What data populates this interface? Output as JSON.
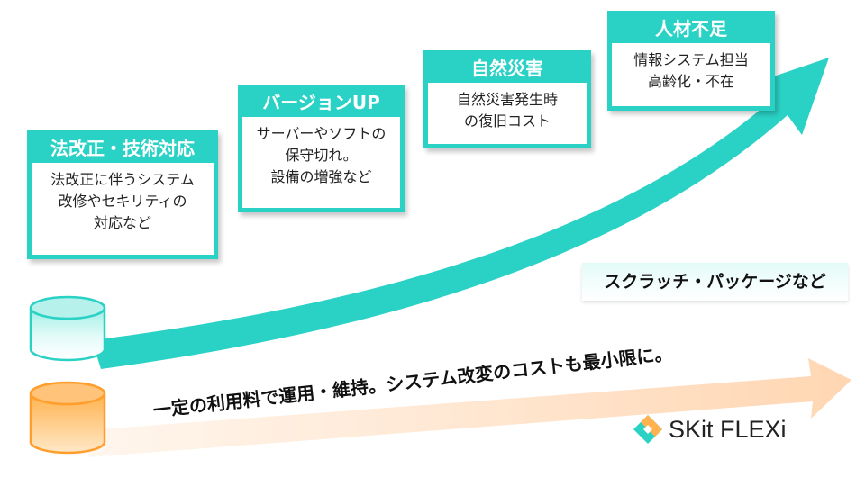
{
  "cards": [
    {
      "id": "legal",
      "title": "法改正・技術対応",
      "body": "法改正に伴うシステム\n改修やセキリティの\n対応など"
    },
    {
      "id": "version",
      "title": "バージョンUP",
      "body": "サーバーやソフトの\n保守切れ。\n設備の増強など"
    },
    {
      "id": "disaster",
      "title": "自然災害",
      "body": "自然災害発生時\nの復旧コスト"
    },
    {
      "id": "staff",
      "title": "人材不足",
      "body": "情報システム担当\n高齢化・不在"
    }
  ],
  "tag_label": "スクラッチ・パッケージなど",
  "banner_text": "一定の利用料で運用・維持。システム改変のコストも最小限に。",
  "logo_text": "SKit FLEXi",
  "colors": {
    "teal": "#2ad2c6",
    "orange": "#ffb24d",
    "peach": "#ffe2c7"
  }
}
